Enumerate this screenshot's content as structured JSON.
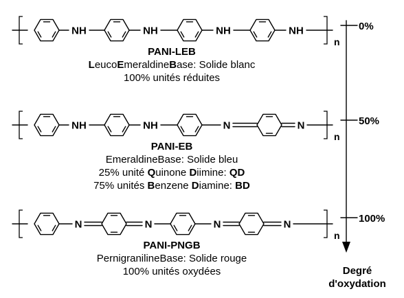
{
  "structures": [
    {
      "labels": [
        "NH",
        "NH",
        "NH",
        "NH"
      ],
      "subscript": "n",
      "name": "PANI-LEB",
      "desc_lines": [
        [
          {
            "t": "L",
            "b": true
          },
          {
            "t": "euco",
            "b": false
          },
          {
            "t": "E",
            "b": true
          },
          {
            "t": "meraldine",
            "b": false
          },
          {
            "t": "B",
            "b": true
          },
          {
            "t": "ase: Solide blanc",
            "b": false
          }
        ],
        [
          {
            "t": "100% unités réduites",
            "b": false
          }
        ]
      ]
    },
    {
      "labels": [
        "NH",
        "NH",
        "N",
        "N"
      ],
      "subscript": "n",
      "name": "PANI-EB",
      "desc_lines": [
        [
          {
            "t": "EmeraldineBase: Solide bleu",
            "b": false
          }
        ],
        [
          {
            "t": "25% unité ",
            "b": false
          },
          {
            "t": "Q",
            "b": true
          },
          {
            "t": "uinone ",
            "b": false
          },
          {
            "t": "D",
            "b": true
          },
          {
            "t": "iimine: ",
            "b": false
          },
          {
            "t": "QD",
            "b": true
          }
        ],
        [
          {
            "t": "75% unités ",
            "b": false
          },
          {
            "t": "B",
            "b": true
          },
          {
            "t": "enzene ",
            "b": false
          },
          {
            "t": "D",
            "b": true
          },
          {
            "t": "iamine: ",
            "b": false
          },
          {
            "t": "BD",
            "b": true
          }
        ]
      ]
    },
    {
      "labels": [
        "N",
        "N",
        "N",
        "N"
      ],
      "subscript": "n",
      "name": "PANI-PNGB",
      "desc_lines": [
        [
          {
            "t": "PernigranilineBase: Solide rouge",
            "b": false
          }
        ],
        [
          {
            "t": "100% unités oxydées",
            "b": false
          }
        ]
      ]
    }
  ],
  "scale": {
    "ticks": [
      "0%",
      "50%",
      "100%"
    ],
    "axis_label_lines": [
      "Degré",
      "d'oxydation"
    ]
  }
}
